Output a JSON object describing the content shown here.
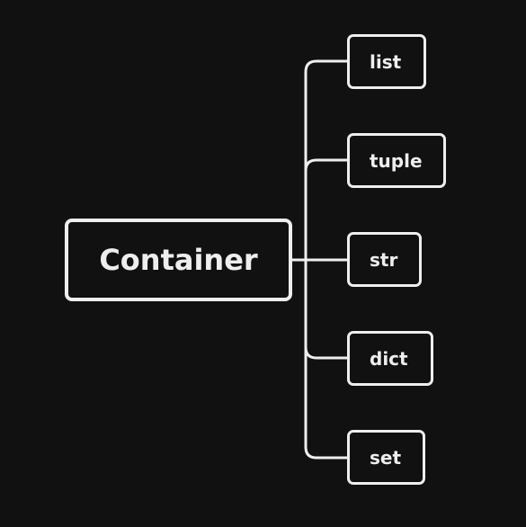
{
  "root": {
    "label": "Container"
  },
  "children": [
    {
      "label": "list"
    },
    {
      "label": "tuple"
    },
    {
      "label": "str"
    },
    {
      "label": "dict"
    },
    {
      "label": "set"
    }
  ]
}
